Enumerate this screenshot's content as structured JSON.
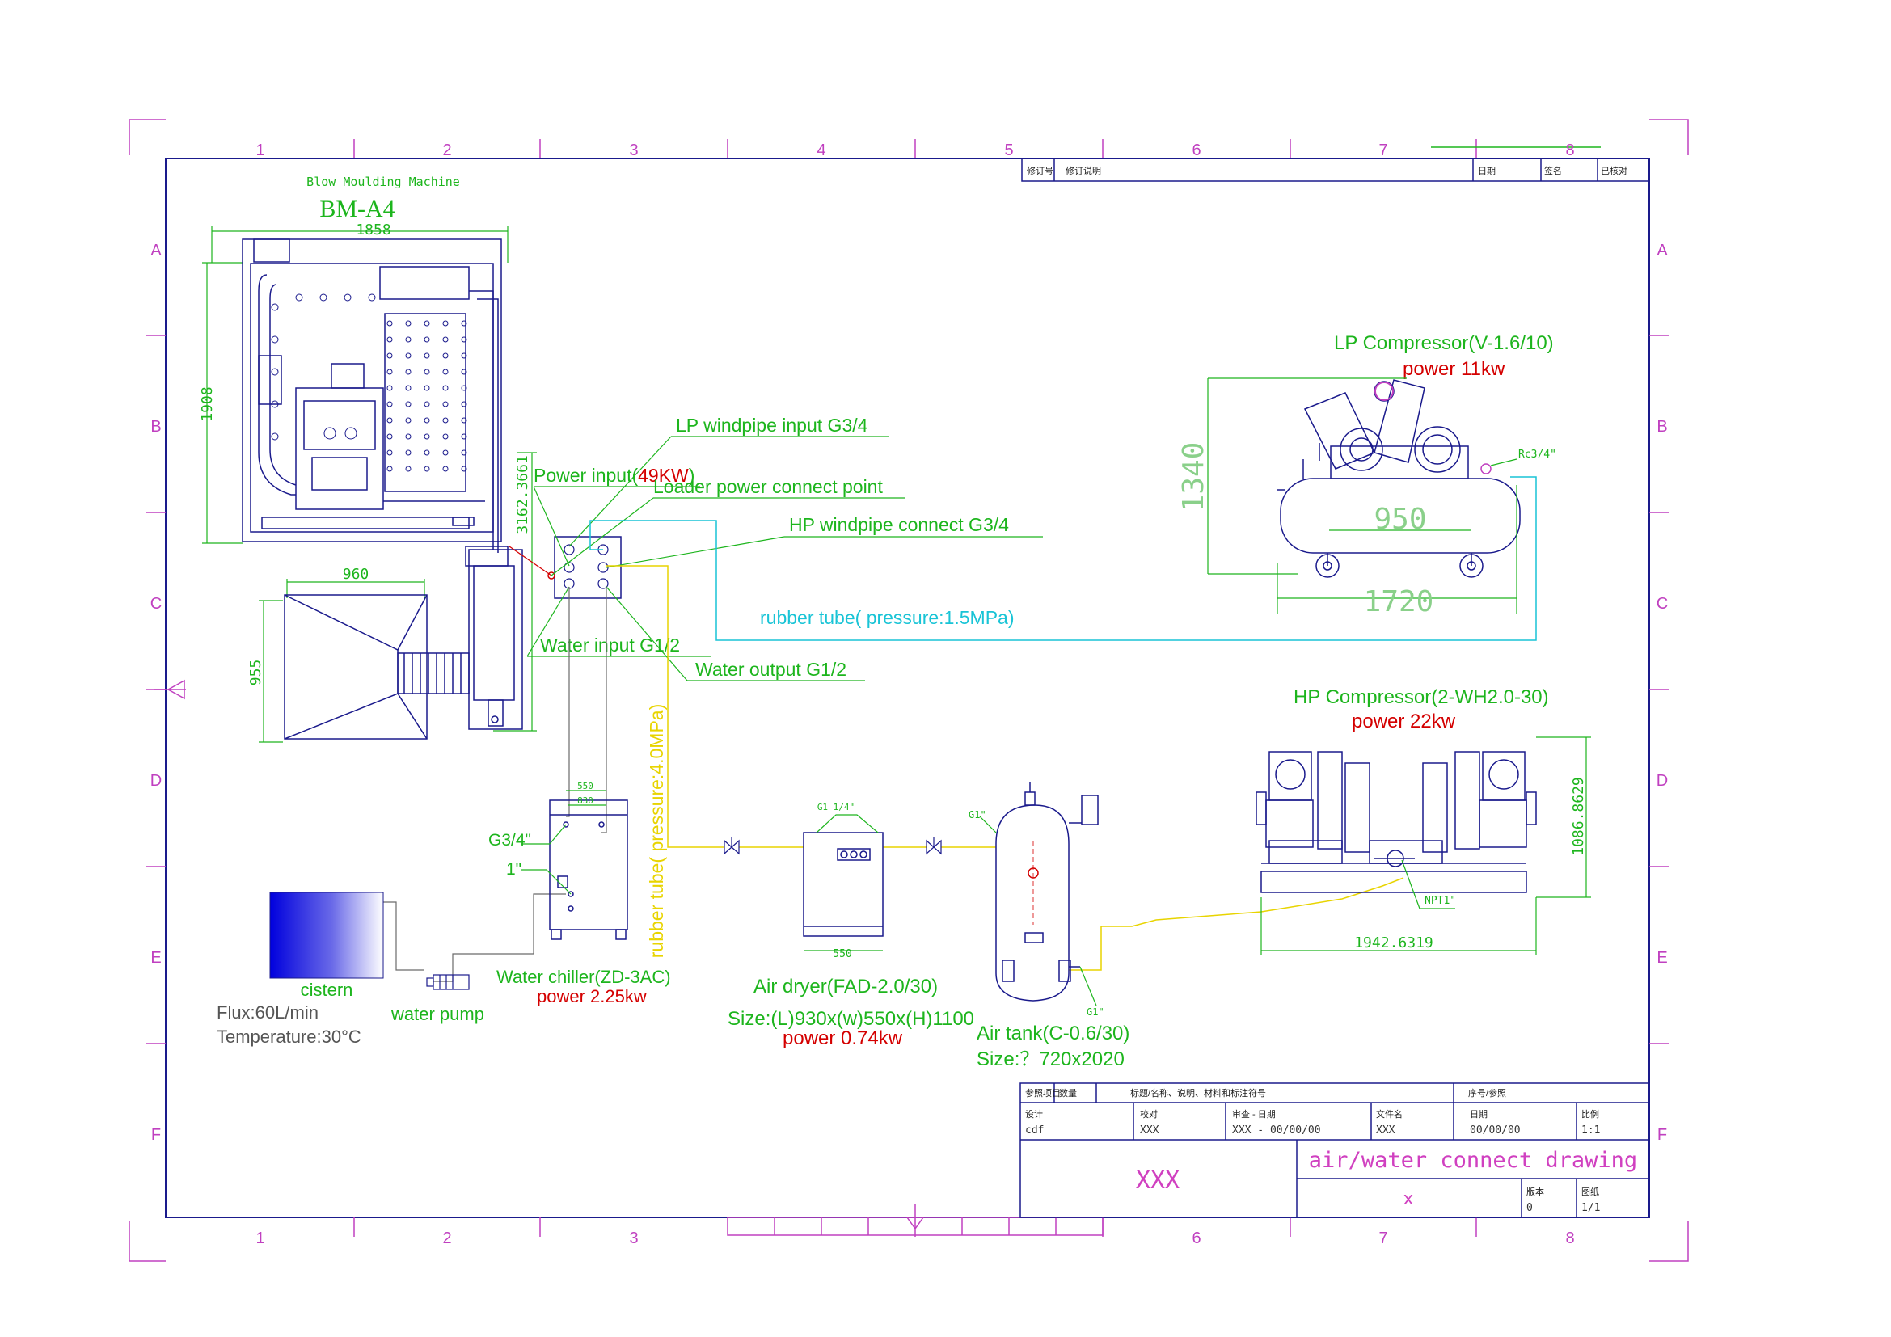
{
  "colors": {
    "frame": "#c040c0",
    "equipment": "#1a1a8c",
    "label_green": "#1db51d",
    "label_red": "#d40000",
    "rubber_tube_cyan": "#19c4d6",
    "rubber_tube_yellow": "#e8d400",
    "water_line": "#6a6a6a",
    "dimension": "#1db51d"
  },
  "frame": {
    "column_numbers": [
      "1",
      "2",
      "3",
      "4",
      "5",
      "6",
      "7",
      "8"
    ],
    "row_letters": [
      "A",
      "B",
      "C",
      "D",
      "E",
      "F"
    ]
  },
  "blow_moulding_machine": {
    "subtitle": "Blow Moulding Machine",
    "model": "BM-A4",
    "dim_width": "1858",
    "dim_height": "1908",
    "dim_side": "3162.3661",
    "hopper_width": "960",
    "hopper_height": "955"
  },
  "connection_panel": {
    "lp_windpipe_input": "LP  windpipe input G3/4",
    "power_input_prefix": "Power input(",
    "power_input_value": "49KW",
    "power_input_suffix": ")",
    "loader_power": "Loader power connect point",
    "hp_windpipe_connect": "HP  windpipe connect G3/4",
    "water_input": "Water input G1/2",
    "water_output": "Water output G1/2"
  },
  "lines": {
    "rubber_tube_lp": "rubber tube( pressure:1.5MPa)",
    "rubber_tube_hp": "rubber tube( pressure:4.0MPa)"
  },
  "lp_compressor": {
    "name": "LP Compressor(V-1.6/10)",
    "power": "power 11kw",
    "port": "Rc3/4\"",
    "dim_height": "1340",
    "dim_mid": "950",
    "dim_length": "1720"
  },
  "hp_compressor": {
    "name": "HP Compressor(2-WH2.0-30)",
    "power": "power 22kw",
    "port": "NPT1\"",
    "dim_height": "1086.8629",
    "dim_length": "1942.6319"
  },
  "water_chiller": {
    "name": "Water chiller(ZD-3AC)",
    "power": "power 2.25kw",
    "port_top": "G3/4\"",
    "port_bottom": "1\"",
    "dim_top1": "550",
    "dim_top2": "830"
  },
  "cistern": {
    "name": "cistern",
    "flux": "Flux:60L/min",
    "temperature": "Temperature:30°C",
    "pump": "water pump"
  },
  "air_dryer": {
    "name": "Air dryer(FAD-2.0/30)",
    "size": "Size:(L)930x(w)550x(H)1100",
    "power": "power 0.74kw",
    "port": "G1 1/4\"",
    "dim_base": "550"
  },
  "air_tank": {
    "name": "Air tank(C-0.6/30)",
    "size": "Size:？720x2020",
    "port_in": "G1\"",
    "port_out": "G1\""
  },
  "revision_block": {
    "col1": "修订号",
    "col2": "修订说明",
    "col3": "日期",
    "col4": "签名",
    "col5": "已核对"
  },
  "title_block": {
    "ref_label": "参照项目",
    "count_label": "数量",
    "material_label": "标题/名称、说明、材料和标注符号",
    "serial_label": "序号/参照",
    "designer_label": "设计",
    "designer_value": "cdf",
    "checker_label": "校对",
    "checker_value": "XXX",
    "review_label": "审查 - 日期",
    "review_value": "XXX - 00/00/00",
    "file_label": "文件名",
    "file_value": "XXX",
    "date_label": "日期",
    "date_value": "00/00/00",
    "scale_label": "比例",
    "scale_value": "1:1",
    "company": "XXX",
    "drawing_title": "air/water connect drawing",
    "drawing_sub": "x",
    "version_label": "版本",
    "version_value": "0",
    "sheet_label": "图纸",
    "sheet_value": "1/1"
  }
}
